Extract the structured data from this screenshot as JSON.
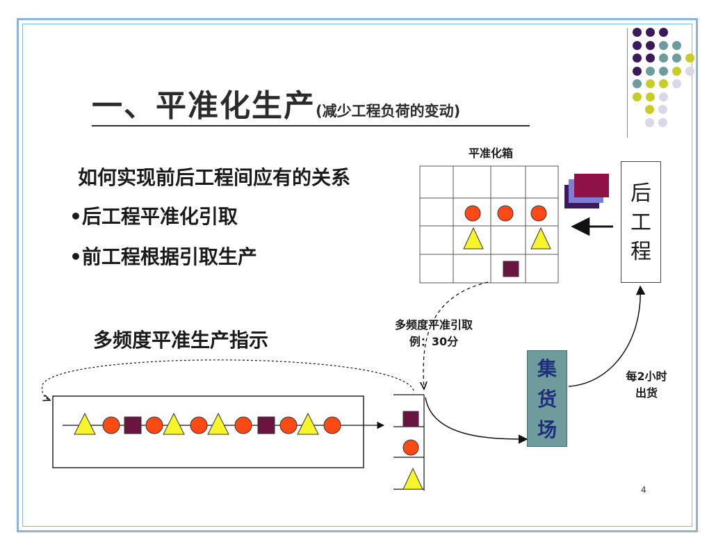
{
  "title": {
    "main": "一、平准化生产",
    "sub": "(减少工程负荷的变动)"
  },
  "question": "如何实现前后工程间应有的关系",
  "bullets": [
    "•后工程平准化引取",
    "•前工程根据引取生产"
  ],
  "leveling_box": {
    "label": "平准化箱"
  },
  "downstream_process": {
    "chars": [
      "后",
      "工",
      "程"
    ]
  },
  "warehouse": {
    "chars": [
      "集",
      "货",
      "场"
    ]
  },
  "pull_label": [
    "多频度平准引取",
    "例：30分"
  ],
  "shipping_label": [
    "每2小时",
    "出货"
  ],
  "frequency_title": "多频度平准生产指示",
  "page_number": "4",
  "sequence": [
    "triangle",
    "circle",
    "square",
    "circle",
    "triangle",
    "circle",
    "triangle",
    "circle",
    "square",
    "circle",
    "triangle",
    "circle"
  ],
  "colors": {
    "circle": "#ff4a14",
    "triangle": "#f5f52a",
    "square": "#6a1540",
    "warehouse": "#6e9c9c",
    "warehouse_text": "#1f2e7a",
    "frame": "#8ab4dc",
    "deco": [
      "#3b1a5c",
      "#6e9c9c",
      "#c8cc28",
      "#d8d8e6"
    ]
  }
}
